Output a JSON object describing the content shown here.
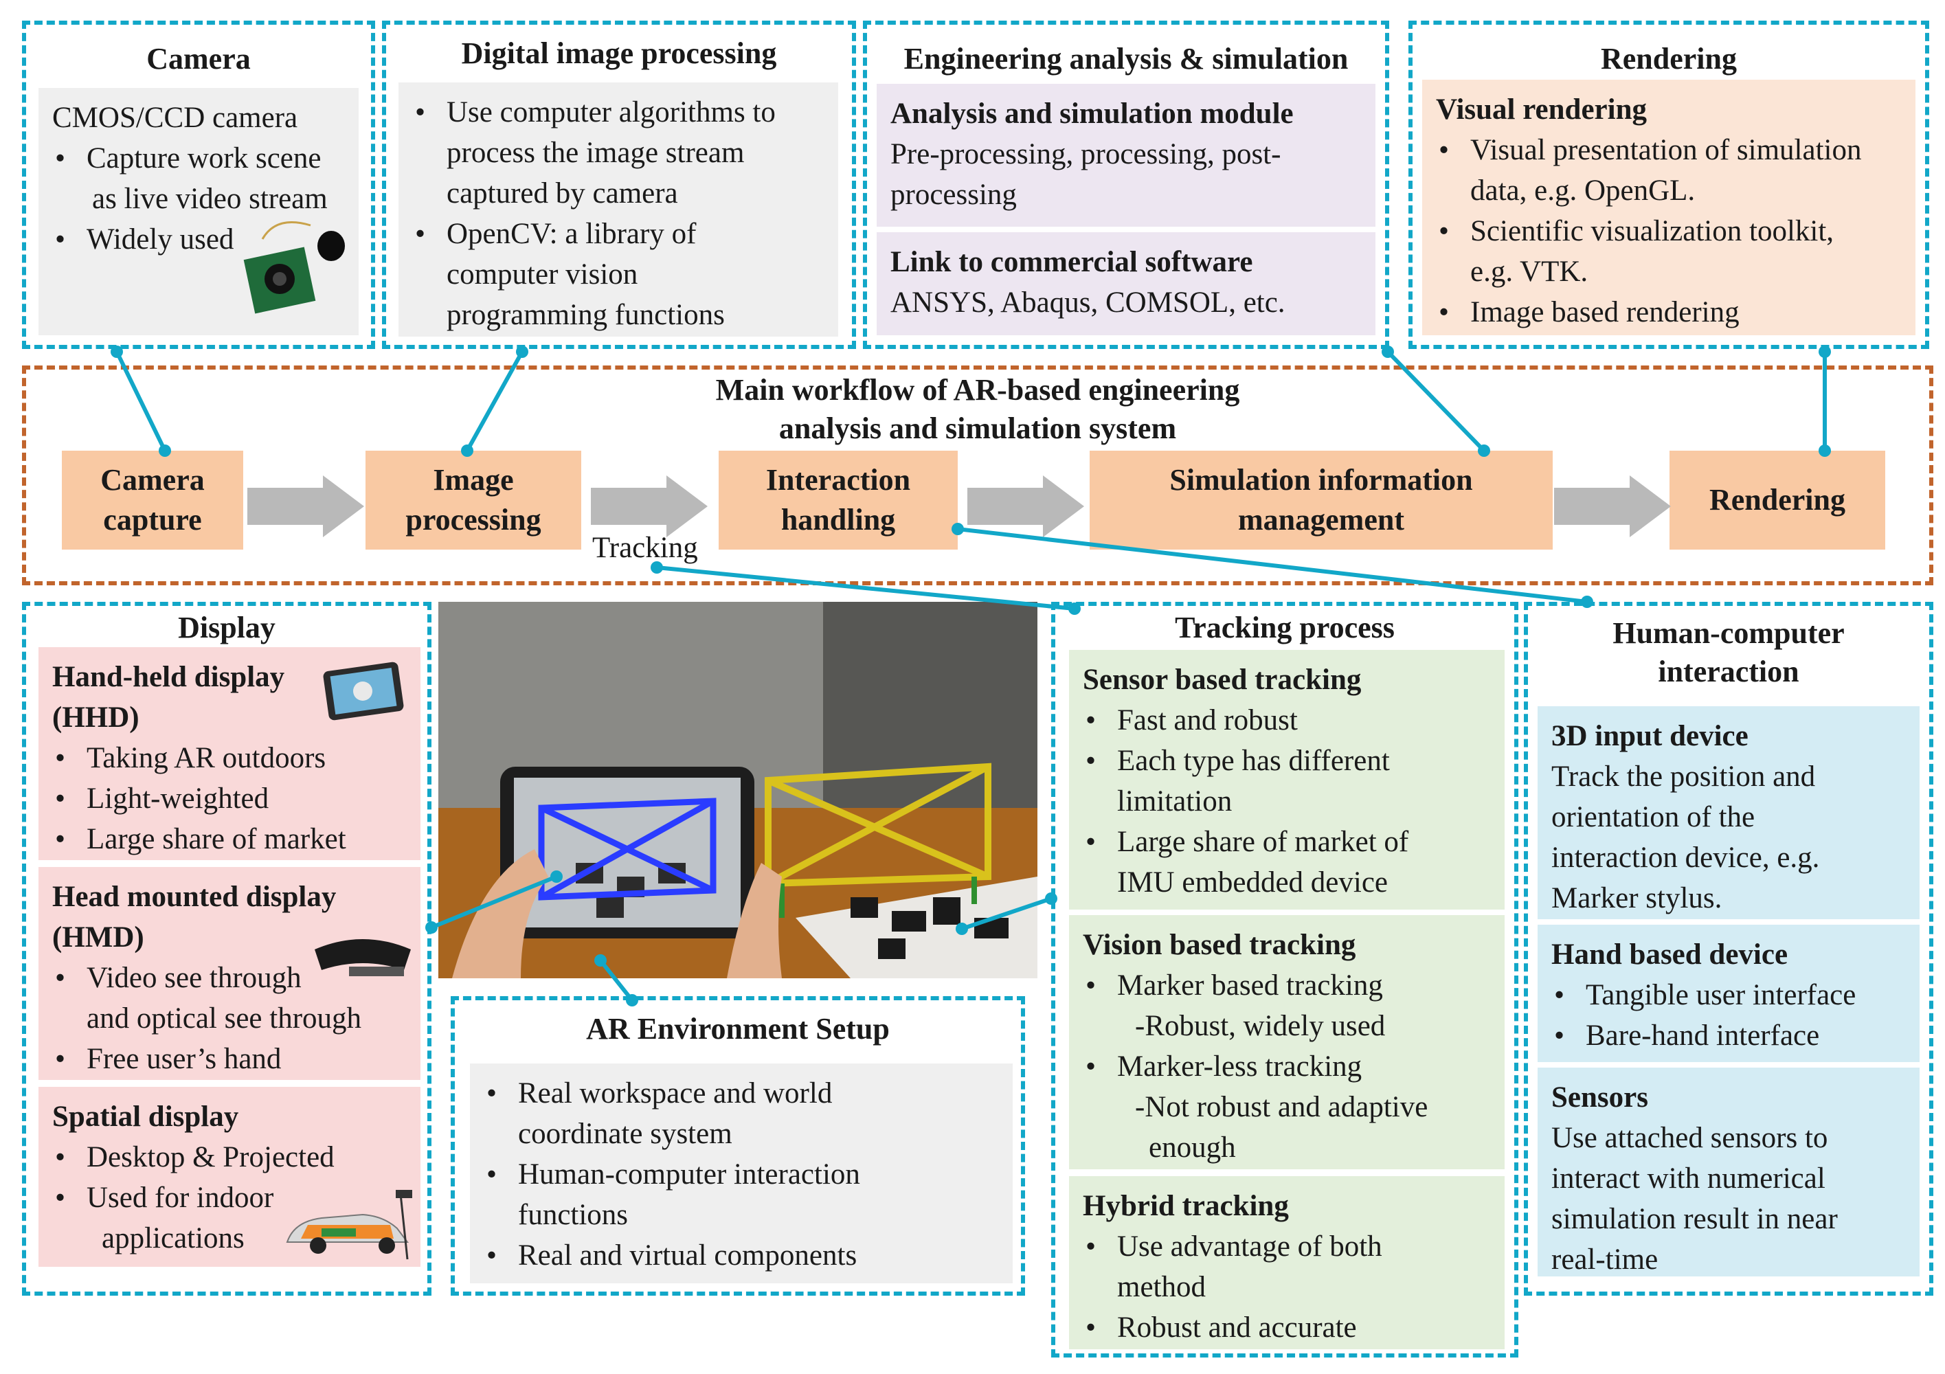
{
  "camera": {
    "title": "Camera",
    "heading": "CMOS/CCD camera",
    "items": [
      "Capture work scene",
      "Widely used"
    ],
    "items_cont": [
      "as live video stream"
    ]
  },
  "dip": {
    "title": "Digital image processing",
    "items": [
      [
        "Use computer algorithms to",
        "process the image stream",
        "captured by camera"
      ],
      [
        "OpenCV: a library of",
        "computer vision",
        "programming functions"
      ]
    ]
  },
  "eng": {
    "title": "Engineering analysis & simulation",
    "module_title": "Analysis and simulation module",
    "module_text": [
      "Pre-processing, processing, post-",
      "processing"
    ],
    "link_title": "Link to commercial software",
    "link_text": "ANSYS, Abaqus, COMSOL, etc."
  },
  "rendering": {
    "title": "Rendering",
    "sub_title": "Visual rendering",
    "items": [
      [
        "Visual presentation of simulation",
        "data, e.g. OpenGL."
      ],
      [
        "Scientific visualization toolkit,",
        "e.g. VTK."
      ],
      [
        "Image based rendering"
      ]
    ]
  },
  "workflow": {
    "title_lines": [
      "Main workflow of AR-based engineering",
      "analysis and simulation system"
    ],
    "steps": [
      "Camera\ncapture",
      "Image\nprocessing",
      "Interaction\nhandling",
      "Simulation information\nmanagement",
      "Rendering"
    ],
    "tracking_label": "Tracking"
  },
  "display": {
    "title": "Display",
    "hhd_title": [
      "Hand-held display",
      "(HHD)"
    ],
    "hhd_items": [
      "Taking AR outdoors",
      "Light-weighted",
      "Large share of market"
    ],
    "hmd_title": [
      "Head mounted display",
      "(HMD)"
    ],
    "hmd_item1": [
      "Video see through",
      "and optical see through"
    ],
    "hmd_item2": "Free user’s hand",
    "spatial_title": "Spatial display",
    "spatial_item1": "Desktop & Projected",
    "spatial_item2": [
      "Used for indoor",
      "applications"
    ]
  },
  "ar_env": {
    "title": "AR Environment Setup",
    "items": [
      [
        "Real workspace and world",
        "coordinate system"
      ],
      [
        "Human-computer interaction",
        "functions"
      ],
      [
        "Real and virtual components"
      ]
    ]
  },
  "tracking": {
    "title": "Tracking process",
    "sensor_title": "Sensor based tracking",
    "sensor_items": [
      [
        "Fast and robust"
      ],
      [
        "Each type has different",
        "limitation"
      ],
      [
        "Large share of market of",
        "IMU embedded device"
      ]
    ],
    "vision_title": "Vision based tracking",
    "vision_item1": "Marker based tracking",
    "vision_item1_note": "-Robust, widely used",
    "vision_item2": "Marker-less tracking",
    "vision_item2_note": [
      "-Not robust and adaptive",
      "enough"
    ],
    "hybrid_title": "Hybrid tracking",
    "hybrid_items": [
      [
        "Use advantage of both",
        "method"
      ],
      [
        "Robust and accurate"
      ]
    ]
  },
  "hci": {
    "title_lines": [
      "Human-computer",
      "interaction"
    ],
    "input_title": "3D input device",
    "input_text": [
      "Track the position and",
      "orientation of the",
      "interaction device, e.g.",
      "Marker stylus."
    ],
    "hand_title": "Hand based device",
    "hand_items": [
      "Tangible user interface",
      "Bare-hand interface"
    ],
    "sensors_title": "Sensors",
    "sensors_text": [
      "Use attached sensors to",
      "interact with numerical",
      "simulation result in near",
      "real-time"
    ]
  },
  "colors": {
    "panel_border": "#12a7c8",
    "workflow_border": "#c1642c",
    "step_fill": "#f9c9a3",
    "arrow": "#b9b9b9",
    "connector": "#12a7c8"
  }
}
